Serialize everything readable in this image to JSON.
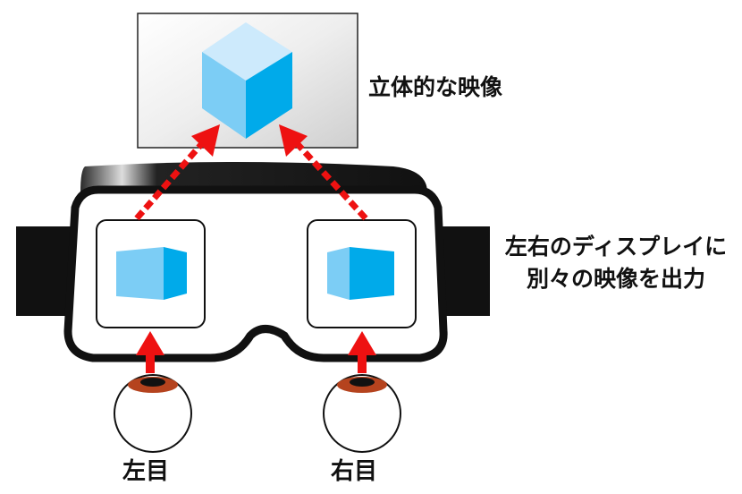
{
  "labels": {
    "stereo_image": "立体的な映像",
    "separate_output_line1": "左右のディスプレイに",
    "separate_output_line2": "別々の映像を出力",
    "left_eye": "左目",
    "right_eye": "右目"
  },
  "colors": {
    "arrow": "#ee1111",
    "headset": "#111111",
    "cube_top": "#cdeafc",
    "cube_left": "#7ccdf5",
    "cube_right": "#00aaea",
    "iris": "#b5431e"
  }
}
